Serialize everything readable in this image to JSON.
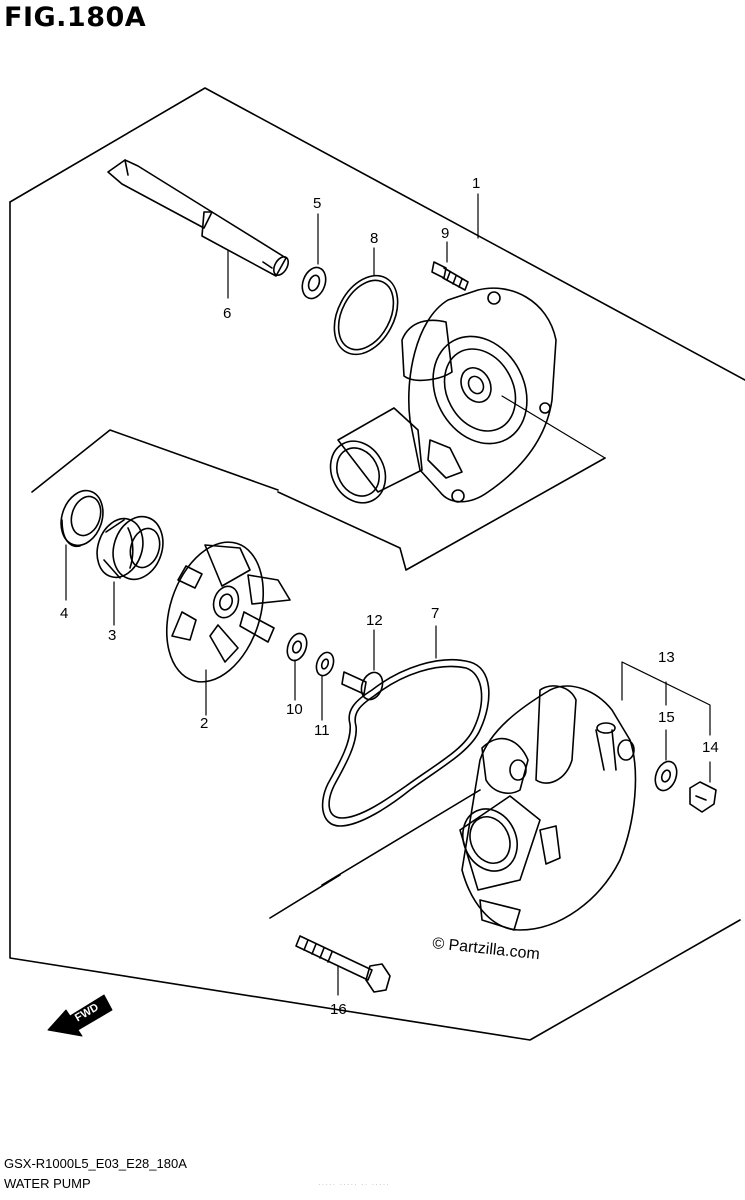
{
  "figure": {
    "title": "FIG.180A",
    "code": "GSX-R1000L5_E03_E28_180A",
    "name": "WATER PUMP"
  },
  "watermark": "© Partzilla.com",
  "fwd_arrow": {
    "label": "FWD",
    "icon": "fwd-arrow-icon"
  },
  "faint_mark": "·····  ····· ·· ·····",
  "callouts": {
    "c1": "1",
    "c2": "2",
    "c3": "3",
    "c4": "4",
    "c5": "5",
    "c6": "6",
    "c7": "7",
    "c8": "8",
    "c9": "9",
    "c10": "10",
    "c11": "11",
    "c12": "12",
    "c13": "13",
    "c14": "14",
    "c15": "15",
    "c16": "16"
  },
  "parts": [
    {
      "ref": "1",
      "name": "pump-case-icon"
    },
    {
      "ref": "2",
      "name": "impeller-icon"
    },
    {
      "ref": "3",
      "name": "mechanical-seal-icon"
    },
    {
      "ref": "4",
      "name": "oil-seal-icon"
    },
    {
      "ref": "5",
      "name": "washer-icon"
    },
    {
      "ref": "6",
      "name": "shaft-icon"
    },
    {
      "ref": "7",
      "name": "gasket-icon"
    },
    {
      "ref": "8",
      "name": "o-ring-icon"
    },
    {
      "ref": "9",
      "name": "bolt-icon"
    },
    {
      "ref": "10",
      "name": "washer-icon"
    },
    {
      "ref": "11",
      "name": "washer-icon"
    },
    {
      "ref": "12",
      "name": "bolt-icon"
    },
    {
      "ref": "13",
      "name": "bracket-label"
    },
    {
      "ref": "14",
      "name": "bolt-icon"
    },
    {
      "ref": "15",
      "name": "washer-icon"
    },
    {
      "ref": "16",
      "name": "bolt-icon"
    }
  ]
}
